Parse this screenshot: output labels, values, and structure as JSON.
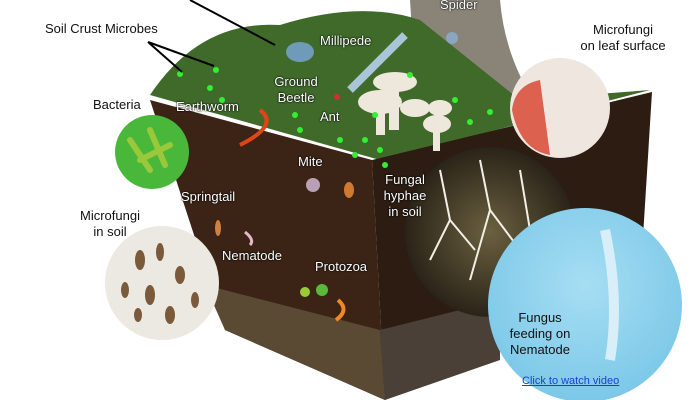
{
  "labels": {
    "soil_crust_microbes": "Soil Crust Microbes",
    "spider": "Spider",
    "millipede": "Millipede",
    "microfungi_leaf": [
      "Microfungi",
      "on leaf surface"
    ],
    "bacteria": "Bacteria",
    "earthworm": "Earthworm",
    "ground_beetle": [
      "Ground",
      "Beetle"
    ],
    "ant": "Ant",
    "mite": "Mite",
    "fungal_hyphae": [
      "Fungal",
      "hyphae",
      "in soil"
    ],
    "springtail": "Springtail",
    "microfungi_soil": [
      "Microfungi",
      "in soil"
    ],
    "nematode": "Nematode",
    "protozoa": "Protozoa",
    "fungus_nematode": [
      "Fungus",
      "feeding on",
      "Nematode"
    ]
  },
  "video_link": "Click to watch video",
  "colors": {
    "link": "#1a3fd0",
    "microbe_dots": "#33ee33",
    "soil": "#3b2416",
    "nematode_bg": "#8fd3ef"
  }
}
